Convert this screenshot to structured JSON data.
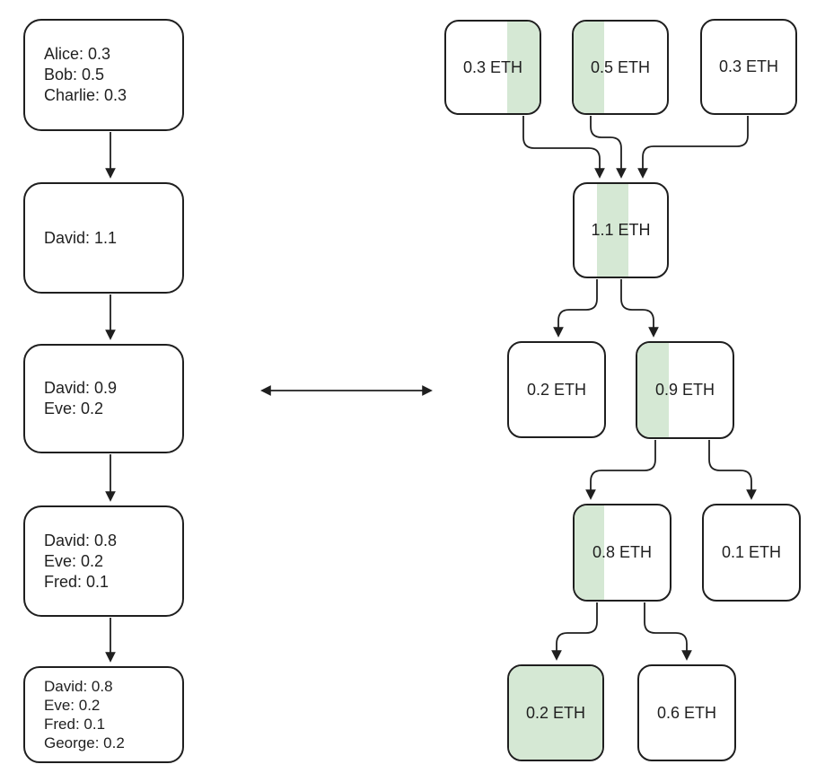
{
  "colors": {
    "background": "#ffffff",
    "border": "#1f1f1f",
    "text": "#1f1f1f",
    "highlight": "#d5e8d4"
  },
  "left_panel": {
    "states": [
      {
        "lines": [
          "Alice: 0.3",
          "Bob: 0.5",
          "Charlie: 0.3"
        ]
      },
      {
        "lines": [
          "David: 1.1"
        ]
      },
      {
        "lines": [
          "David: 0.9",
          "Eve: 0.2"
        ]
      },
      {
        "lines": [
          "David: 0.8",
          "Eve: 0.2",
          "Fred: 0.1"
        ]
      },
      {
        "lines": [
          "David: 0.8",
          "Eve: 0.2",
          "Fred: 0.1",
          "George: 0.2"
        ]
      }
    ]
  },
  "right_panel": {
    "utxos": [
      {
        "label": "0.3 ETH",
        "highlight": {
          "from": 0.65,
          "to": 1
        }
      },
      {
        "label": "0.5 ETH",
        "highlight": {
          "from": 0,
          "to": 0.33
        }
      },
      {
        "label": "0.3 ETH",
        "highlight": null
      },
      {
        "label": "1.1 ETH",
        "highlight": {
          "from": 0.24,
          "to": 0.58
        }
      },
      {
        "label": "0.2 ETH",
        "highlight": null
      },
      {
        "label": "0.9 ETH",
        "highlight": {
          "from": 0,
          "to": 0.33
        }
      },
      {
        "label": "0.8 ETH",
        "highlight": {
          "from": 0,
          "to": 0.31
        }
      },
      {
        "label": "0.1 ETH",
        "highlight": null
      },
      {
        "label": "0.2 ETH",
        "highlight": {
          "from": 0,
          "to": 1
        }
      },
      {
        "label": "0.6 ETH",
        "highlight": null
      }
    ]
  }
}
